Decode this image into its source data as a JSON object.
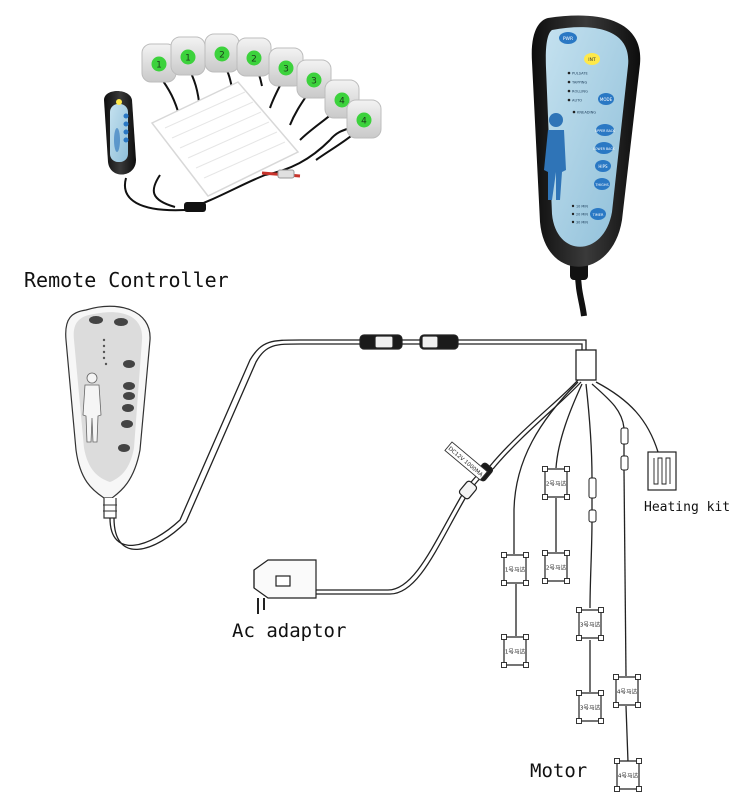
{
  "labels": {
    "remote_controller": "Remote Controller",
    "heating_kit": "Heating kit",
    "ac_adaptor": "Ac adaptor",
    "motor": "Motor"
  },
  "adapter_tag": "DC12V 1000MA",
  "photo_pads": [
    "1",
    "1",
    "2",
    "2",
    "3",
    "3",
    "4",
    "4"
  ],
  "remote_buttons": [
    "PWR",
    "INT",
    "MODE",
    "UPPER BACK",
    "LOWER BACK",
    "HIPS",
    "THIGHS",
    "TIMER"
  ],
  "remote_modes": [
    "PULSATE",
    "TAPPING",
    "ROLLING",
    "AUTO",
    "KNEADING"
  ],
  "remote_timer_options": [
    "10 MIN",
    "20 MIN",
    "30 MIN"
  ],
  "motor_tags": [
    "1号马达",
    "1号马达",
    "2号马达",
    "2号马达",
    "3号马达",
    "3号马达",
    "4号马达",
    "4号马达"
  ],
  "colors": {
    "pad_green": "#3cd23c",
    "remote_panel": "#a9cfe4",
    "button_blue": "#2a78c4",
    "wire": "#1a1a1a",
    "diagram_line": "#222222"
  }
}
